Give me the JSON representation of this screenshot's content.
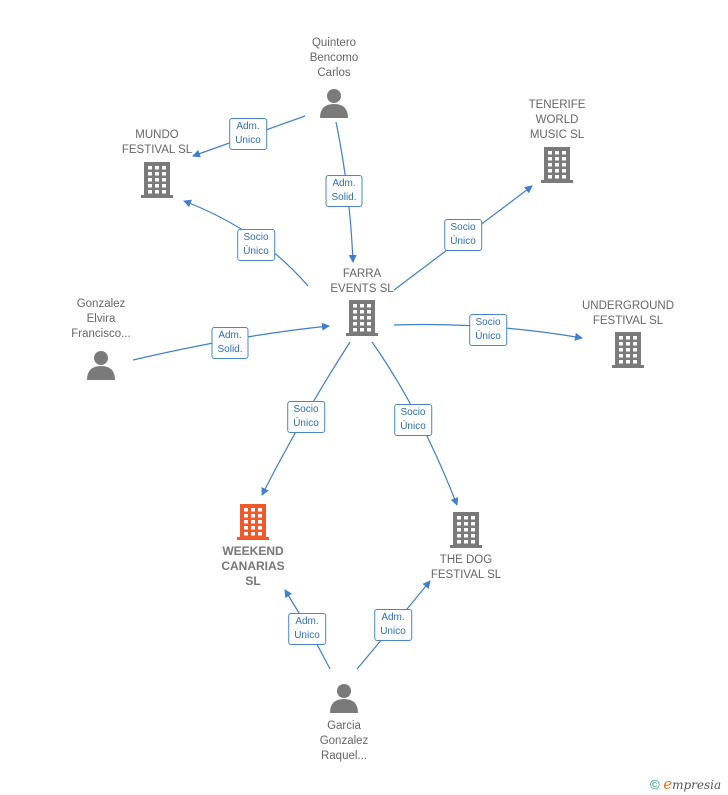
{
  "colors": {
    "company": "#7a7a7a",
    "focus": "#f05a2a",
    "person": "#7a7a7a",
    "edge": "#3f7fcc"
  },
  "nodes": [
    {
      "id": "quintero",
      "type": "person",
      "label": "Quintero\nBencomo\nCarlos"
    },
    {
      "id": "mundo",
      "type": "company",
      "label": "MUNDO\nFESTIVAL  SL"
    },
    {
      "id": "tenerife",
      "type": "company",
      "label": "TENERIFE\nWORLD\nMUSIC  SL"
    },
    {
      "id": "farra",
      "type": "company",
      "label": "FARRA\nEVENTS  SL"
    },
    {
      "id": "gonzalez",
      "type": "person",
      "label": "Gonzalez\nElvira\nFrancisco..."
    },
    {
      "id": "underground",
      "type": "company",
      "label": "UNDERGROUND\nFESTIVAL  SL"
    },
    {
      "id": "weekend",
      "type": "focus",
      "label": "WEEKEND\nCANARIAS\nSL"
    },
    {
      "id": "thedog",
      "type": "company",
      "label": "THE DOG\nFESTIVAL  SL"
    },
    {
      "id": "garcia",
      "type": "person",
      "label": "Garcia\nGonzalez\nRaquel..."
    }
  ],
  "edges": [
    {
      "from": "quintero",
      "to": "mundo",
      "label": "Adm.\nUnico"
    },
    {
      "from": "quintero",
      "to": "farra",
      "label": "Adm.\nSolid."
    },
    {
      "from": "farra",
      "to": "mundo",
      "label": "Socio\nÚnico"
    },
    {
      "from": "farra",
      "to": "tenerife",
      "label": "Socio\nÚnico"
    },
    {
      "from": "gonzalez",
      "to": "farra",
      "label": "Adm.\nSolid."
    },
    {
      "from": "farra",
      "to": "underground",
      "label": "Socio\nÚnico"
    },
    {
      "from": "farra",
      "to": "weekend",
      "label": "Socio\nÚnico"
    },
    {
      "from": "farra",
      "to": "thedog",
      "label": "Socio\nÚnico"
    },
    {
      "from": "garcia",
      "to": "weekend",
      "label": "Adm.\nUnico"
    },
    {
      "from": "garcia",
      "to": "thedog",
      "label": "Adm.\nUnico"
    }
  ],
  "footer": {
    "copyright": "©",
    "brand_initial": "e",
    "brand_rest": "mpresia"
  }
}
